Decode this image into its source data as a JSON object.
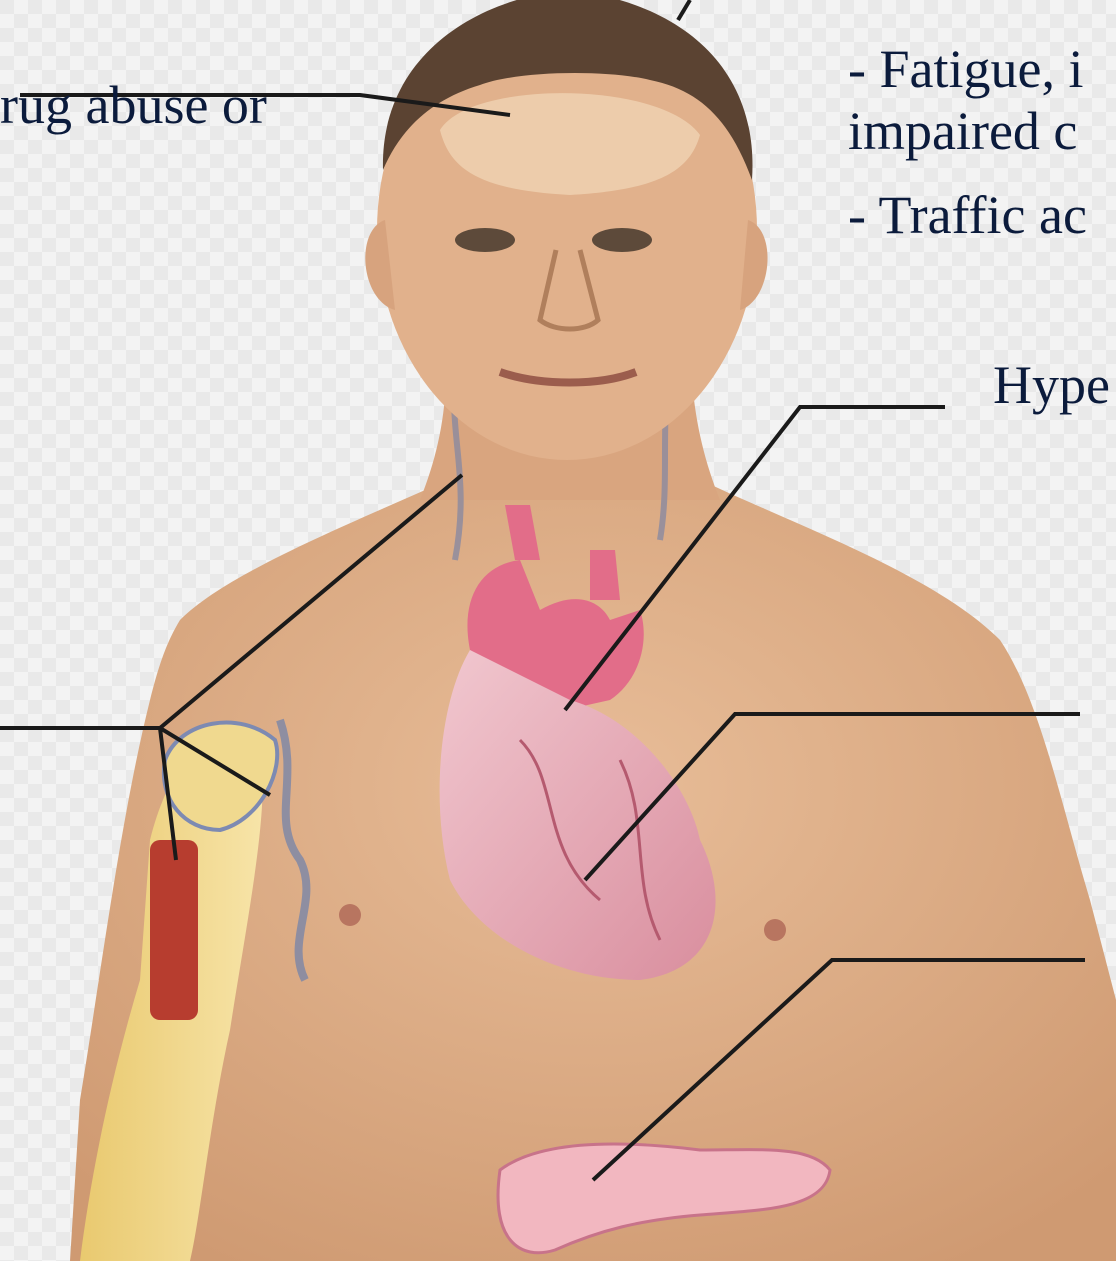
{
  "labels": {
    "left_top": "rug abuse or",
    "right_1a": "- Fatigue, i",
    "right_1b": "impaired c",
    "right_2": "- Traffic ac",
    "right_3": "Hype"
  },
  "colors": {
    "background": "#f1f1f1",
    "skin": "#e0b08a",
    "hair": "#5b4332",
    "heart": "#e8a7b3",
    "aorta": "#e26d89",
    "bone": "#f0d98f",
    "marrow": "#b73d2f",
    "pancreas": "#f2b7c0",
    "leader_line": "#1a1a1a",
    "text": "#0b1b3c"
  }
}
